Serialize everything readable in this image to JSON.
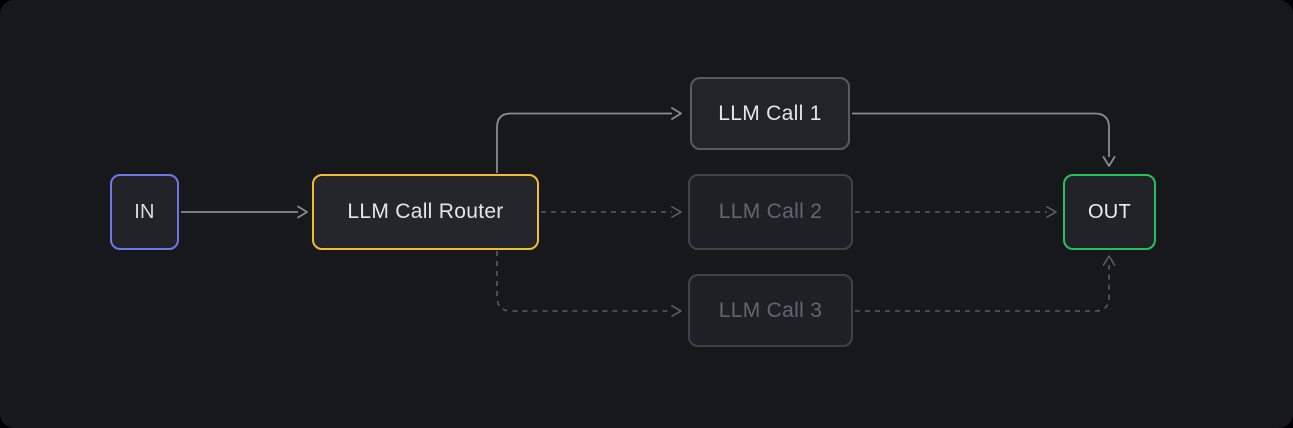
{
  "diagram": {
    "kind": "llm-routing-workflow",
    "nodes": {
      "in": {
        "label": "IN",
        "role": "input",
        "state": "active",
        "border_color": "#6d78e6"
      },
      "router": {
        "label": "LLM Call Router",
        "role": "router",
        "state": "active",
        "border_color": "#f2bc34"
      },
      "call1": {
        "label": "LLM Call 1",
        "role": "llm-call",
        "state": "active",
        "border_color": "#565b63"
      },
      "call2": {
        "label": "LLM Call 2",
        "role": "llm-call",
        "state": "inactive",
        "border_color": "#3e434a"
      },
      "call3": {
        "label": "LLM Call 3",
        "role": "llm-call",
        "state": "inactive",
        "border_color": "#3e434a"
      },
      "out": {
        "label": "OUT",
        "role": "output",
        "state": "active",
        "border_color": "#26c15b"
      }
    },
    "edges": [
      {
        "from": "in",
        "to": "router",
        "style": "solid"
      },
      {
        "from": "router",
        "to": "call1",
        "style": "solid"
      },
      {
        "from": "router",
        "to": "call2",
        "style": "dashed"
      },
      {
        "from": "router",
        "to": "call3",
        "style": "dashed"
      },
      {
        "from": "call1",
        "to": "out",
        "style": "solid"
      },
      {
        "from": "call2",
        "to": "out",
        "style": "dashed"
      },
      {
        "from": "call3",
        "to": "out",
        "style": "dashed"
      }
    ],
    "colors": {
      "outer_background": "#000000",
      "canvas_background": "#17181c",
      "active_node_background": "#222428",
      "inactive_node_background": "#1e2025",
      "active_text": "#e4e5e8",
      "inactive_text": "#62666d",
      "solid_edge": "#878b93",
      "dashed_edge": "#575c64"
    }
  }
}
